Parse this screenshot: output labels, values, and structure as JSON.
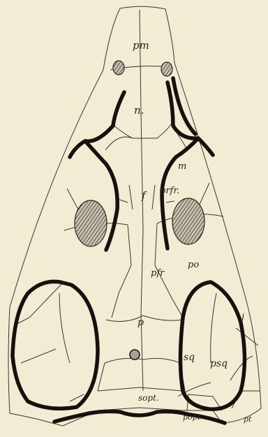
{
  "figure": {
    "labels": {
      "pm": "pm",
      "n": "n.",
      "m": "m",
      "prfr": "prfr.",
      "f": "f",
      "pfr": "pfr",
      "po": "po",
      "j": "j",
      "p": "p",
      "sq": "sq",
      "psq": "psq",
      "sopt": "sopt.",
      "popt": "popt",
      "pt": "pt"
    },
    "colors": {
      "paper": "#f3ecd5",
      "ink": "#15120e",
      "hatch_fill": "#bdb6a6",
      "foramen_fill": "#a9a397"
    }
  }
}
